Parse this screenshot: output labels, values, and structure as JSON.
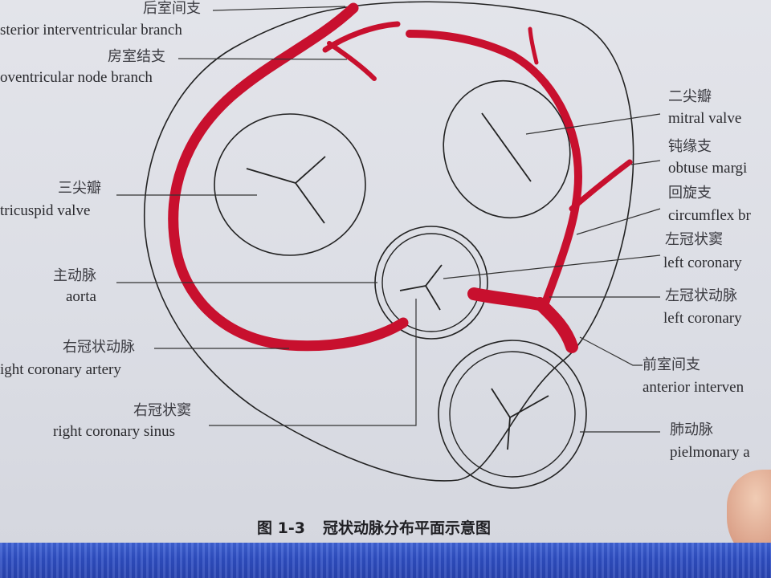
{
  "labels": {
    "post_interventricular_zh": "后室间支",
    "post_interventricular_en": "sterior interventricular branch",
    "av_node_zh": "房室结支",
    "av_node_en": "oventricular node branch",
    "mitral_zh": "二尖瓣",
    "mitral_en": "mitral valve",
    "obtuse_zh": "钝缘支",
    "obtuse_en": "obtuse margi",
    "circumflex_zh": "回旋支",
    "circumflex_en": "circumflex br",
    "tricuspid_zh": "三尖瓣",
    "tricuspid_en": "tricuspid valve",
    "left_sinus_zh": "左冠状窦",
    "left_sinus_en": "left coronary",
    "aorta_zh": "主动脉",
    "aorta_en": "aorta",
    "left_artery_zh": "左冠状动脉",
    "left_artery_en": "left coronary",
    "right_artery_zh": "右冠状动脉",
    "right_artery_en": "ight coronary artery",
    "ant_interventricular_zh": "前室间支",
    "ant_interventricular_en": "anterior interven",
    "right_sinus_zh": "右冠状窦",
    "right_sinus_en": "right coronary sinus",
    "pulmonary_zh": "肺动脉",
    "pulmonary_en": "pielmonary a"
  },
  "caption": {
    "number": "图 1-3",
    "title": "冠状动脉分布平面示意图"
  },
  "colors": {
    "artery": "#c8102e",
    "line": "#222222",
    "footer_bar": "#3452c8"
  }
}
